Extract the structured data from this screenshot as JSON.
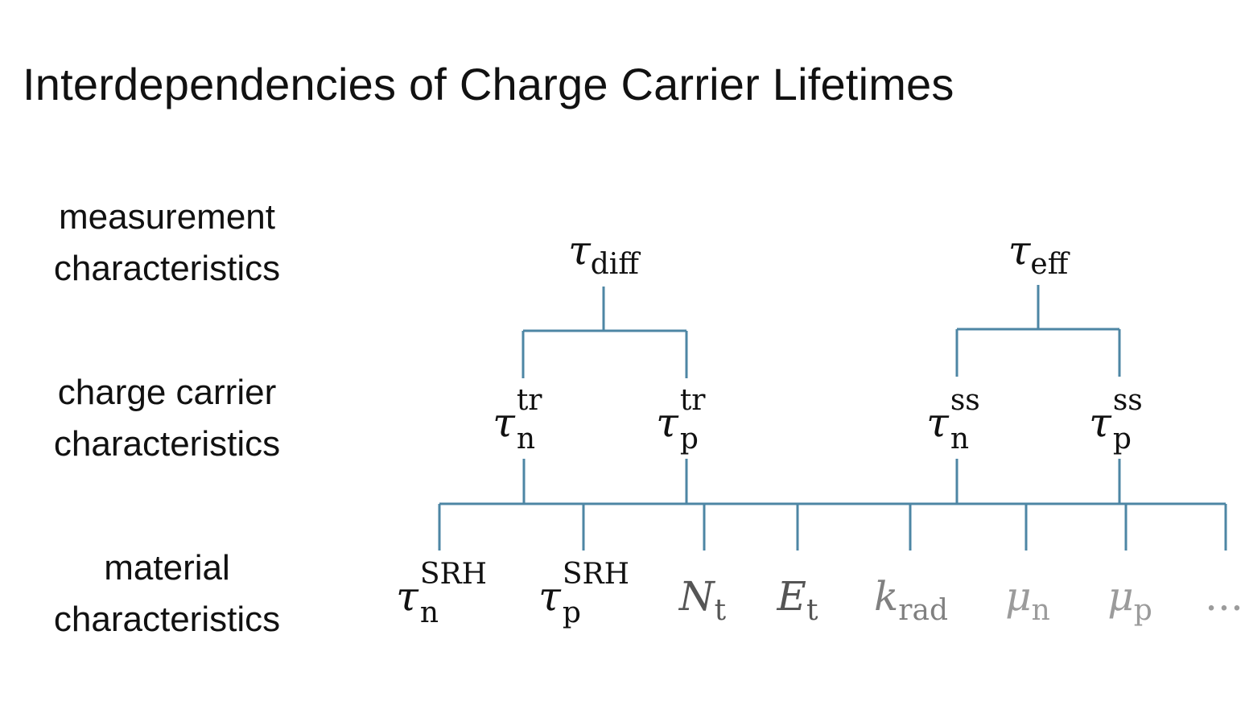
{
  "title": "Interdependencies of Charge Carrier Lifetimes",
  "row_labels": {
    "measurement": [
      "measurement",
      "characteristics"
    ],
    "carrier": [
      "charge carrier",
      "characteristics"
    ],
    "material": [
      "material",
      "characteristics"
    ]
  },
  "measurement_symbols": [
    {
      "base": "τ",
      "sub": "diff"
    },
    {
      "base": "τ",
      "sub": "eff"
    }
  ],
  "carrier_symbols": [
    {
      "base": "τ",
      "sub": "n",
      "sup": "tr"
    },
    {
      "base": "τ",
      "sub": "p",
      "sup": "tr"
    },
    {
      "base": "τ",
      "sub": "n",
      "sup": "ss"
    },
    {
      "base": "τ",
      "sub": "p",
      "sup": "ss"
    }
  ],
  "material_symbols": [
    {
      "base": "τ",
      "sub": "n",
      "sup": "SRH"
    },
    {
      "base": "τ",
      "sub": "p",
      "sup": "SRH"
    },
    {
      "base": "N",
      "sub": "t"
    },
    {
      "base": "E",
      "sub": "t"
    },
    {
      "base": "k",
      "sub": "rad"
    },
    {
      "base": "μ",
      "sub": "n"
    },
    {
      "base": "μ",
      "sub": "p"
    },
    {
      "base": "..."
    }
  ],
  "colors": {
    "connector": "#4d86a4",
    "text": "#111111",
    "secondary": "#555555",
    "faded": "#9b9b9b"
  }
}
